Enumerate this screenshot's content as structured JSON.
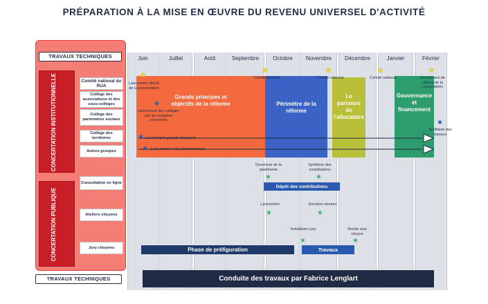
{
  "title": "PRÉPARATION À LA MISE EN ŒUVRE DU REVENU UNIVERSEL D'ACTIVITÉ",
  "travaux_techniques": "TRAVAUX TECHNIQUES",
  "months": [
    "Juin",
    "Juillet",
    "Août",
    "Septembre",
    "Octobre",
    "Novembre",
    "Décembre",
    "Janvier",
    "Février"
  ],
  "concertation_institutionnelle": "CONCERTATION INSTITUTIONNELLE",
  "concertation_publique": "CONCERTATION PUBLIQUE",
  "categories": {
    "comite": "Comité national du RUA",
    "associations": "Collège des associations et des sous-collèges",
    "partenaires": "Collège des partenaires sociaux",
    "territoires": "Collège des territoires",
    "autres": "Autres groupes",
    "consultation": "Consultation en ligne",
    "ateliers": "Ateliers citoyens",
    "jury": "Jury citoyens"
  },
  "phases": {
    "grands_principes": "Grands principes et objectifs de la réforme",
    "perimetre": "Périmètre de la réforme",
    "parcours": "Le parcours de l'allocataire",
    "gouvernance": "Gouvernance et financement"
  },
  "events": {
    "lancement_officiel": "Lancement officiel de la concertation",
    "comite_sep": "Comité national",
    "comite_nov": "Comité national",
    "comite_jan": "Comité national",
    "evenement_cloture": "Évènement de clôture de la concertation",
    "lancement_colleges": "Lancement des collèges par les ministres concernés",
    "synthese_travaux": "Synthèse des travaux",
    "groupe_experts": "Lancement groupe d'experts",
    "club_parlementaire": "Lancement club parlementaire",
    "ouverture_plateforme": "Ouverture de la plateforme",
    "synthese_contributions": "Synthèse des contributions",
    "depot_contributions": "Dépôt des contributions",
    "lancement_ateliers": "Lancement",
    "derniere_reunion": "Dernière réunion",
    "installation_jury": "Installation jury",
    "rendu_avis": "Rendu avis citoyen"
  },
  "bars": {
    "prefiguration": "Phase de préfiguration",
    "travaux": "Travaux",
    "conduite": "Conduite des travaux par Fabrice Lenglart"
  },
  "colors": {
    "orange": "#f26a3d",
    "blue": "#3b63c6",
    "olive": "#b8c03a",
    "green": "#2e9d6e",
    "navy": "#1f2a44",
    "red_panel": "#f47e76",
    "red_block": "#c81e28"
  }
}
